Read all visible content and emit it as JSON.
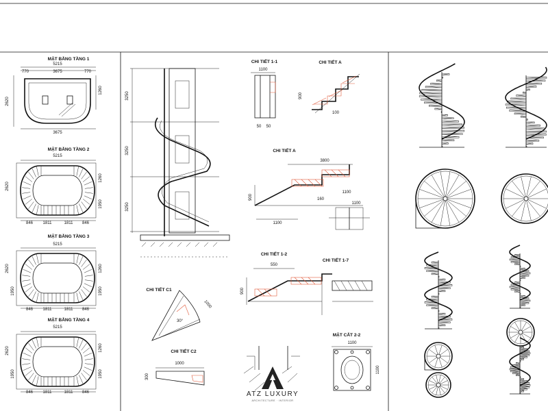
{
  "plans": [
    {
      "title": "MẶT BẰNG TẦNG 1",
      "dim_total": "5215",
      "dims_top": [
        "770",
        "3675",
        "770"
      ],
      "dim_left": "2620",
      "dim_right": "1260",
      "dim_bottom": "3675"
    },
    {
      "title": "MẶT BẰNG TẦNG 2",
      "dim_total": "5215",
      "dim_left": "2620",
      "dim_right_a": "1260",
      "dim_right_b": "1950",
      "dims_bottom": [
        "846",
        "1811",
        "1811",
        "846"
      ]
    },
    {
      "title": "MẶT BẰNG TẦNG 3",
      "dim_total": "5215",
      "dim_left": "2620",
      "dim_left_b": "1950",
      "dim_right_a": "1260",
      "dim_right_b": "1950",
      "dims_bottom": [
        "846",
        "1811",
        "1811",
        "846"
      ]
    },
    {
      "title": "MẶT BẰNG TẦNG 4",
      "dim_total": "5215",
      "dim_left": "2620",
      "dim_left_b": "1950",
      "dim_right_a": "1260",
      "dim_right_b": "1950",
      "dims_bottom": [
        "846",
        "1811",
        "1811",
        "846"
      ]
    }
  ],
  "section": {
    "levels": [
      "3250",
      "3250",
      "3250"
    ]
  },
  "details": {
    "d11": {
      "title": "CHI TIẾT 1-1",
      "top": "1100",
      "bottom_a": "50",
      "bottom_b": "50"
    },
    "dA1": {
      "title": "CHI TIẾT A",
      "h": "900",
      "a": "100"
    },
    "dA2": {
      "title": "CHI TIẾT A",
      "top": "3800",
      "left": "900",
      "mid": "160",
      "right": "1100",
      "bottom": "1100",
      "r2": "1100"
    },
    "d12": {
      "title": "CHI TIẾT 1-2",
      "top": "550",
      "left": "900"
    },
    "d17": {
      "title": "CHI TIẾT 1-7"
    },
    "c1": {
      "title": "CHI TIẾT C1",
      "dim": "1000",
      "angle": "30°"
    },
    "c2": {
      "title": "CHI TIẾT C2",
      "top": "1000",
      "left": "300"
    },
    "s22": {
      "title": "MẶT CẮT 2-2",
      "top": "1100",
      "right": "1100"
    }
  },
  "logo": {
    "name": "ATZ LUXURY",
    "tagline": "ARCHITECTURE · INTERIOR"
  }
}
